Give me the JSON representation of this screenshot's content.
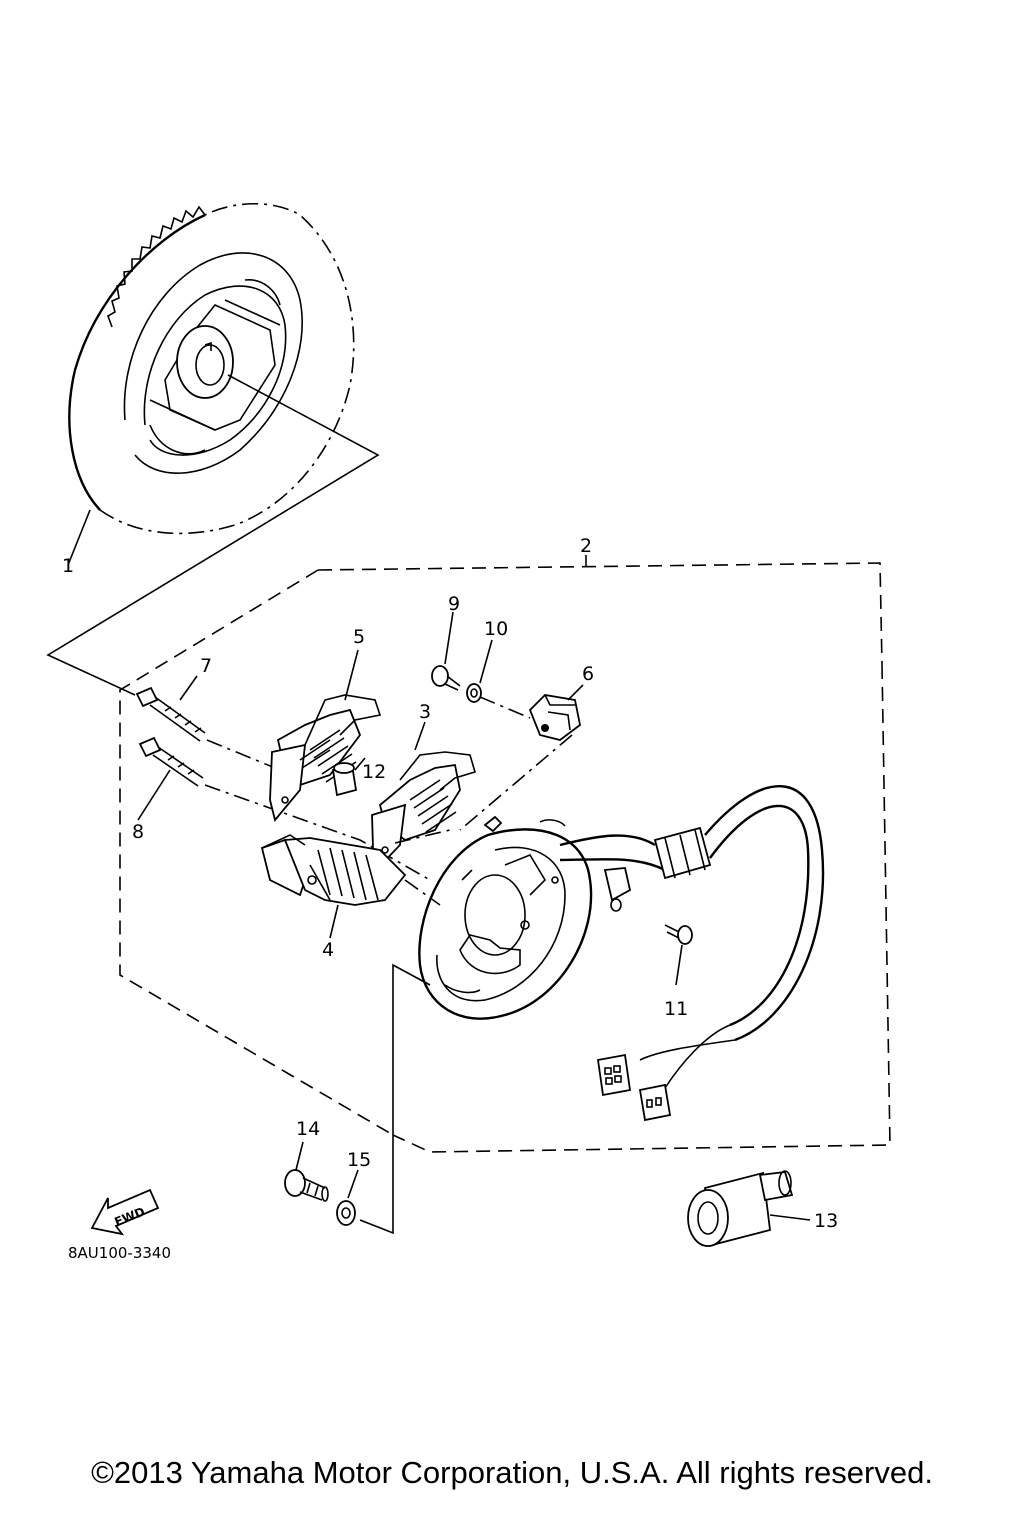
{
  "diagram": {
    "callouts": {
      "c1": "1",
      "c2": "2",
      "c3": "3",
      "c4": "4",
      "c5": "5",
      "c6": "6",
      "c7": "7",
      "c8": "8",
      "c9": "9",
      "c10": "10",
      "c11": "11",
      "c12": "12",
      "c13": "13",
      "c14": "14",
      "c15": "15"
    },
    "diagram_code": "8AU100-3340",
    "fwd_label": "FWD"
  },
  "footer": {
    "copyright": "©2013 Yamaha Motor Corporation, U.S.A. All rights reserved."
  }
}
